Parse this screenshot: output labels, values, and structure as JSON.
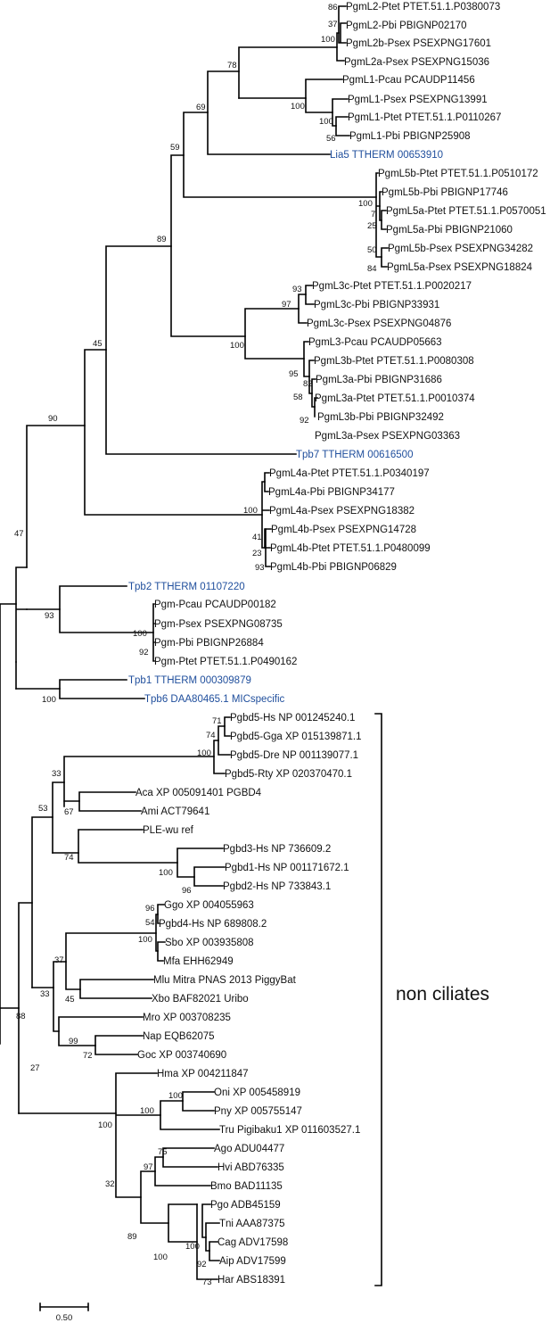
{
  "leaves": {
    "L1": "PgmL2-Ptet PTET.51.1.P0380073",
    "L2": "PgmL2-Pbi PBIGNP02170",
    "L3": "PgmL2b-Psex PSEXPNG17601",
    "L4": "PgmL2a-Psex PSEXPNG15036",
    "L5": "PgmL1-Pcau PCAUDP11456",
    "L6": "PgmL1-Psex PSEXPNG13991",
    "L7": "PgmL1-Ptet PTET.51.1.P0110267",
    "L8": "PgmL1-Pbi PBIGNP25908",
    "L9": "Lia5 TTHERM 00653910",
    "L10": "PgmL5b-Ptet PTET.51.1.P0510172",
    "L11": "PgmL5b-Pbi PBIGNP17746",
    "L12": "PgmL5a-Ptet PTET.51.1.P0570051",
    "L13": "PgmL5a-Pbi PBIGNP21060",
    "L14": "PgmL5b-Psex PSEXPNG34282",
    "L15": "PgmL5a-Psex PSEXPNG18824",
    "L16": "PgmL3c-Ptet PTET.51.1.P0020217",
    "L17": "PgmL3c-Pbi PBIGNP33931",
    "L18": "PgmL3c-Psex PSEXPNG04876",
    "L19": "PgmL3-Pcau PCAUDP05663",
    "L20": "PgmL3b-Ptet PTET.51.1.P0080308",
    "L21": "PgmL3a-Pbi PBIGNP31686",
    "L22": "PgmL3a-Ptet PTET.51.1.P0010374",
    "L23": "PgmL3b-Pbi PBIGNP32492",
    "L24": "PgmL3a-Psex PSEXPNG03363",
    "L25": "Tpb7 TTHERM 00616500",
    "L26": "PgmL4a-Ptet PTET.51.1.P0340197",
    "L27": "PgmL4a-Pbi PBIGNP34177",
    "L28": "PgmL4a-Psex PSEXPNG18382",
    "L29": "PgmL4b-Psex PSEXPNG14728",
    "L30": "PgmL4b-Ptet PTET.51.1.P0480099",
    "L31": "PgmL4b-Pbi PBIGNP06829",
    "L32": "Tpb2 TTHERM 01107220",
    "L33": "Pgm-Pcau PCAUDP00182",
    "L34": "Pgm-Psex PSEXPNG08735",
    "L35": "Pgm-Pbi PBIGNP26884",
    "L36": "Pgm-Ptet PTET.51.1.P0490162",
    "L37": "Tpb1 TTHERM 000309879",
    "L38": "Tpb6 DAA80465.1 MICspecific",
    "L39": "Pgbd5-Hs NP 001245240.1",
    "L40": "Pgbd5-Gga XP 015139871.1",
    "L41": "Pgbd5-Dre NP 001139077.1",
    "L42": "Pgbd5-Rty XP 020370470.1",
    "L43": "Aca XP 005091401 PGBD4",
    "L44": "Ami ACT79641",
    "L45": "PLE-wu ref",
    "L46": "Pgbd3-Hs NP 736609.2",
    "L47": "Pgbd1-Hs NP 001171672.1",
    "L48": "Pgbd2-Hs NP 733843.1",
    "L49": "Ggo XP 004055963",
    "L50": "Pgbd4-Hs NP 689808.2",
    "L51": "Sbo XP 003935808",
    "L52": "Mfa EHH62949",
    "L53": "Mlu Mitra PNAS 2013 PiggyBat",
    "L54": "Xbo BAF82021 Uribo",
    "L55": "Mro XP 003708235",
    "L56": "Nap EQB62075",
    "L57": "Goc XP 003740690",
    "L58": "Hma XP 004211847",
    "L59": "Oni XP 005458919",
    "L60": "Pny XP 005755147",
    "L61": "Tru Pigibaku1 XP 011603527.1",
    "L62": "Ago ADU04477",
    "L63": "Hvi ABD76335",
    "L64": "Bmo BAD11135",
    "L65": "Pgo ADB45159",
    "L66": "Tni AAA87375",
    "L67": "Cag ADV17598",
    "L68": "Aip ADV17599",
    "L69": "Har ABS18391"
  },
  "support": {
    "s86": "86",
    "s37": "37",
    "s100a": "100",
    "s78": "78",
    "s100b": "100",
    "s100c": "100",
    "s56": "56",
    "s69": "69",
    "s59": "59",
    "s100d": "100",
    "s7": "7",
    "s25": "25",
    "s50": "50",
    "s84": "84",
    "s89": "89",
    "s93a": "93",
    "s97a": "97",
    "s100e": "100",
    "s95": "95",
    "s82": "82",
    "s58": "58",
    "s92a": "92",
    "s45": "45",
    "s90": "90",
    "s100f": "100",
    "s41": "41",
    "s23": "23",
    "s93b": "93",
    "s47": "47",
    "s93c": "93",
    "s100g": "100",
    "s92b": "92",
    "s100h": "100",
    "s71": "71",
    "s74a": "74",
    "s100i": "100",
    "s33a": "33",
    "s67": "67",
    "s53": "53",
    "s74b": "74",
    "s100j": "100",
    "s96a": "96",
    "s96b": "96",
    "s54": "54",
    "s100k": "100",
    "s37b": "37",
    "s45b": "45",
    "s99": "99",
    "s72": "72",
    "s33b": "33",
    "s27": "27",
    "s88": "88",
    "s100l": "100",
    "s100m": "100",
    "s100n": "100",
    "s75": "75",
    "s97b": "97",
    "s32": "32",
    "s89b": "89",
    "s100o": "100",
    "s100p": "100",
    "s92c": "92",
    "s73": "73"
  },
  "annotation": {
    "non_ciliates": "non ciliates"
  },
  "scale_bar": {
    "label": "0.50"
  },
  "colors": {
    "ciliate_tthermophila_highlight": "#1f4e9c",
    "branch": "#000000"
  }
}
